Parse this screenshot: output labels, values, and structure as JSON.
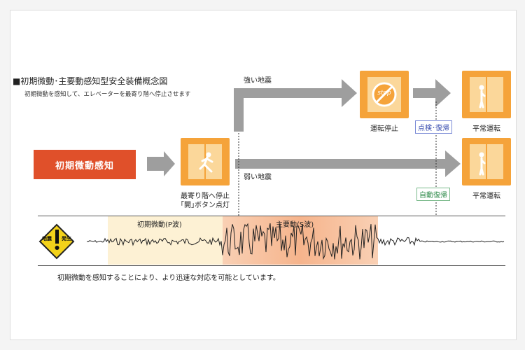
{
  "title": "■初期微動･主要動感知型安全装備概念図",
  "subtitle": "初期微動を感知して、エレベーターを最寄り階へ停止させます",
  "detect_box": "初期微動感知",
  "stop_caption_1": "最寄り階へ停止",
  "stop_caption_2": "｢開｣ボタン点灯",
  "strong_label": "強い地震",
  "weak_label": "弱い地震",
  "halt_caption": "運転停止",
  "stop_sign": "stop",
  "inspect_tag": "点検･復帰",
  "auto_tag": "自動復帰",
  "normal_caption_1": "平常運転",
  "normal_caption_2": "平常運転",
  "p_wave_label": "初期微動(P波)",
  "s_wave_label": "主要動(S波)",
  "quake_label_1": "地震",
  "quake_label_2": "発生",
  "footer": "初期微動を感知することにより、より迅速な対応を可能としています。",
  "colors": {
    "orange": "#f5a33a",
    "red": "#e0502a",
    "arrow_gray": "#9e9e9e",
    "p_wave_band": "#fdf1d4",
    "s_wave_band": "#f8c4a2",
    "warning_yellow": "#f3d21a"
  }
}
